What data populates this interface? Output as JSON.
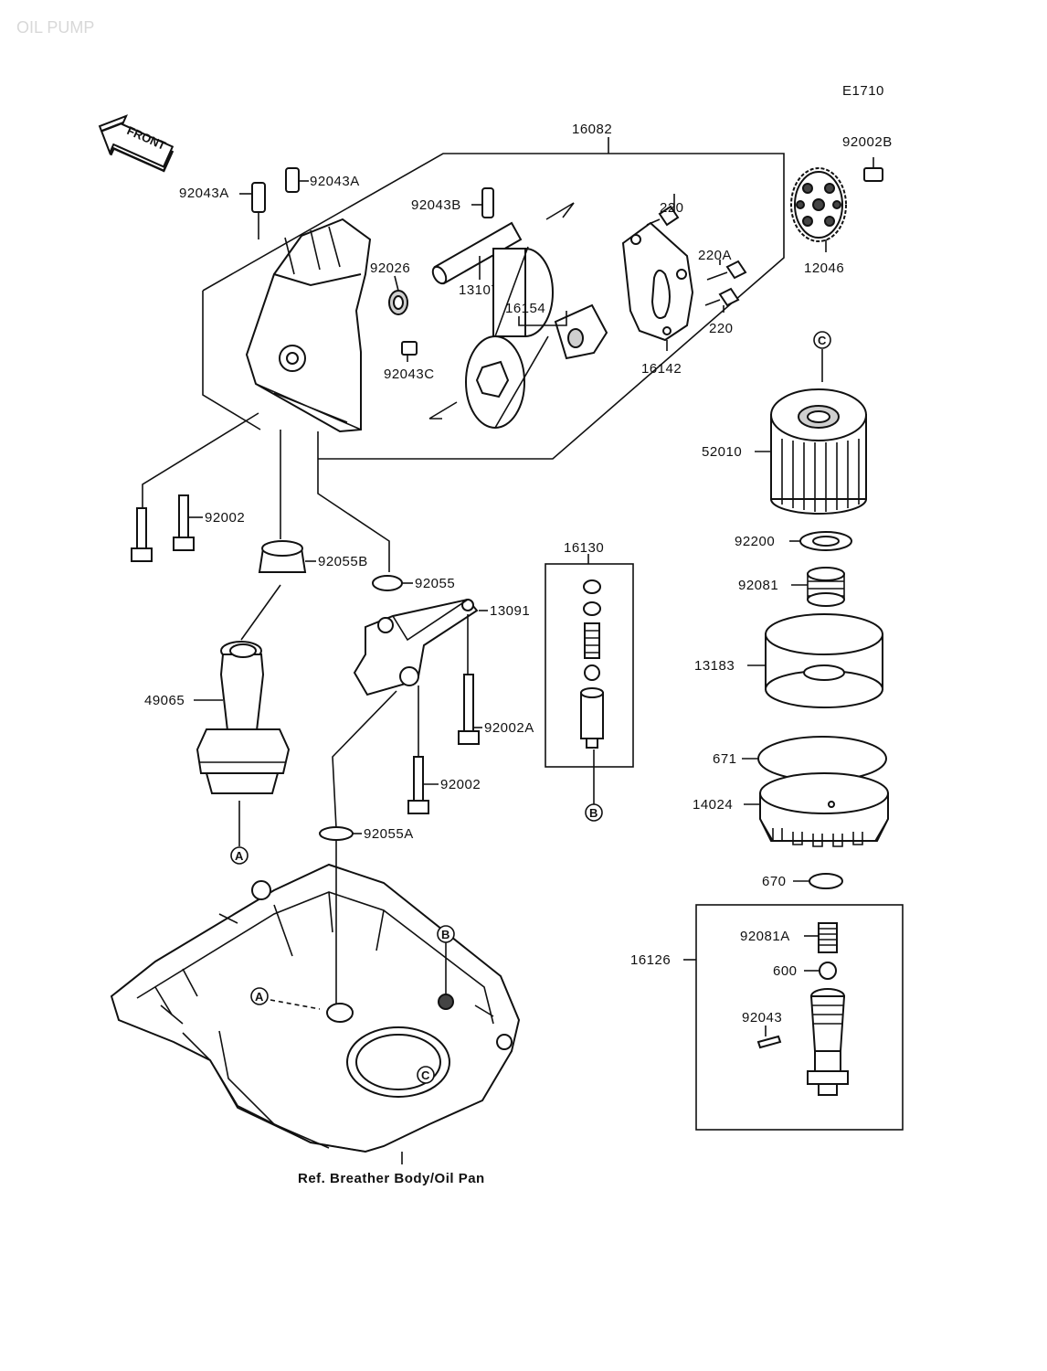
{
  "title": "OIL PUMP",
  "diagram_code": "E1710",
  "front_label": "FRONT",
  "ref_note": "Ref. Breather Body/Oil Pan",
  "refs": {
    "a": "A",
    "b": "B",
    "c": "C"
  },
  "parts": {
    "p16082": "16082",
    "p92002B": "92002B",
    "p92043A_1": "92043A",
    "p92043A_2": "92043A",
    "p92043B": "92043B",
    "p220_1": "220",
    "p220A": "220A",
    "p220_2": "220",
    "p12046": "12046",
    "p92026": "92026",
    "p13107": "13107",
    "p16154": "16154",
    "p16142": "16142",
    "p92043C": "92043C",
    "p52010": "52010",
    "p92002_1": "92002",
    "p92055B": "92055B",
    "p92055": "92055",
    "p16130": "16130",
    "p13091": "13091",
    "p92200": "92200",
    "p92081": "92081",
    "p13183": "13183",
    "p49065": "49065",
    "p92002A": "92002A",
    "p671": "671",
    "p92002_2": "92002",
    "p14024": "14024",
    "p92055A": "92055A",
    "p670": "670",
    "p92081A": "92081A",
    "p16126": "16126",
    "p600": "600",
    "p92043": "92043"
  }
}
